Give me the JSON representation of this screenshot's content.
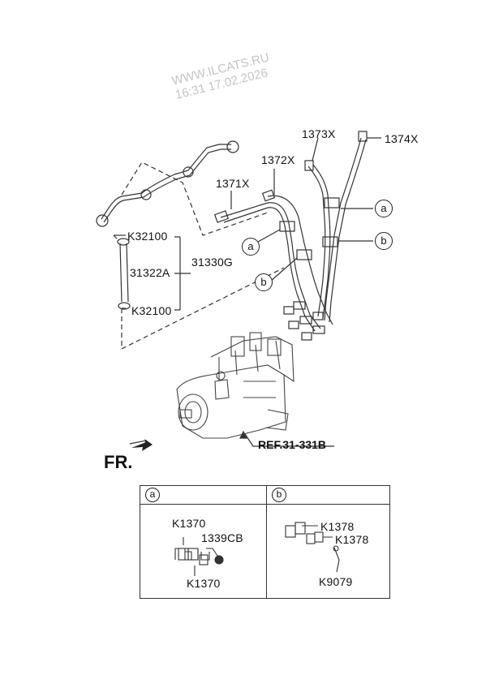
{
  "watermark": {
    "line1": "WWW.ILCATS.RU",
    "line2": "16:31 17.02.2026"
  },
  "callouts": {
    "p1373x": "1373X",
    "p1374x": "1374X",
    "p1372x": "1372X",
    "p1371x": "1371X",
    "k32100_top": "K32100",
    "p31322a": "31322A",
    "p31330g": "31330G",
    "k32100_bottom": "K32100"
  },
  "markers": {
    "a": "a",
    "b": "b"
  },
  "ref_label": "REF.31-331B",
  "fr_label": "FR.",
  "detail_table": {
    "col_a": {
      "marker": "a",
      "parts": {
        "top": "K1370",
        "mid": "1339CB",
        "bottom": "K1370"
      }
    },
    "col_b": {
      "marker": "b",
      "parts": {
        "top": "K1378",
        "mid": "K1378",
        "bottom": "K9079"
      }
    }
  }
}
